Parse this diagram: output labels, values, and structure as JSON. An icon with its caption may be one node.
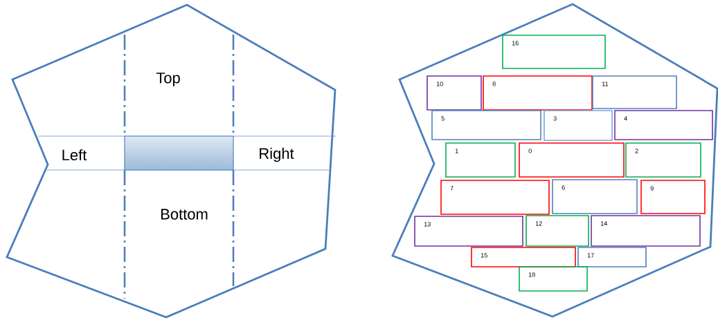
{
  "diagram": {
    "nodes": [
      {
        "text": [
          "Top",
          "Left",
          "Right",
          "Bottom"
        ]
      },
      {
        "text": [],
        "shape": "box",
        "in": 0
      },
      {
        "text": [],
        "shape": "polygon"
      },
      {
        "text": [
          "16"
        ],
        "in": 2
      },
      {
        "text": [
          "10"
        ],
        "in": 2
      },
      {
        "text": [
          "8"
        ],
        "in": 2
      },
      {
        "text": [
          "11"
        ],
        "in": 2
      },
      {
        "text": [
          "5"
        ],
        "in": 2
      },
      {
        "text": [
          "3"
        ],
        "in": 2
      },
      {
        "text": [
          "4"
        ],
        "in": 2
      },
      {
        "text": [
          "1"
        ],
        "in": 2
      },
      {
        "text": [
          "0"
        ],
        "in": 2
      },
      {
        "text": [
          "2"
        ],
        "in": 2
      },
      {
        "text": [
          "7"
        ],
        "in": 2
      },
      {
        "text": [
          "6"
        ],
        "in": 2
      },
      {
        "text": [
          "9"
        ],
        "in": 2
      },
      {
        "text": [
          "13"
        ],
        "in": 2
      },
      {
        "text": [
          "12"
        ],
        "in": 2
      },
      {
        "text": [
          "14"
        ],
        "in": 2
      },
      {
        "text": [
          "15"
        ],
        "in": 2
      },
      {
        "text": [
          "17"
        ],
        "in": 2
      },
      {
        "text": [
          "18"
        ],
        "in": 2
      }
    ]
  }
}
